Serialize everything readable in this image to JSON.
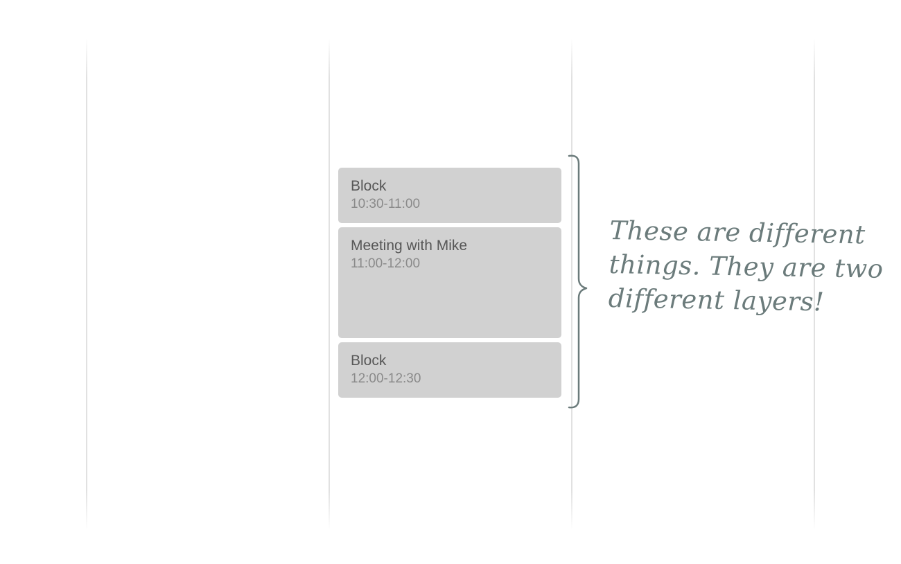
{
  "calendar": {
    "events": [
      {
        "title": "Block",
        "time": "10:30-11:00"
      },
      {
        "title": "Meeting with Mike",
        "time": "11:00-12:00"
      },
      {
        "title": "Block",
        "time": "12:00-12:30"
      }
    ]
  },
  "annotation": {
    "text": "These are different things. They are two different layers!",
    "color": "#6b7b7b",
    "icon": "curly-brace-icon"
  },
  "colors": {
    "event_bg": "#d1d1d1",
    "event_title": "#575757",
    "event_time": "#8a8a8a",
    "gridline": "#e1e1e1"
  }
}
